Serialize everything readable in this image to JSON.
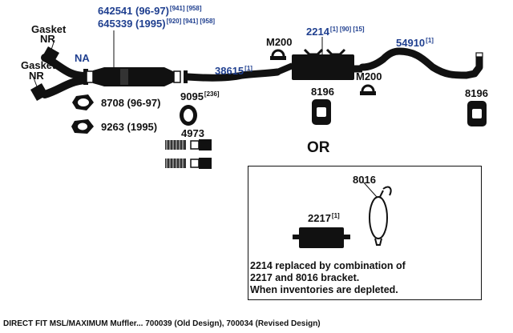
{
  "labels": {
    "gasket_top": "Gasket",
    "nr_top": "NR",
    "gasket_bottom": "Gasket",
    "nr_bottom": "NR",
    "na": "NA",
    "cat1_part": "642541 (96-97)",
    "cat1_refs": "[941] [958]",
    "cat2_part": "645339 (1995)",
    "cat2_refs": "[920] [941] [958]",
    "gasket_8708": "8708 (96-97)",
    "gasket_9263": "9263 (1995)",
    "pipe_38615": "38615",
    "pipe_38615_ref": "[1]",
    "clamp_9095": "9095",
    "clamp_9095_ref": "[236]",
    "bolt_4973": "4973",
    "m200_left": "M200",
    "m200_right": "M200",
    "muffler_2214": "2214",
    "muffler_2214_refs": "[1] [90] [15]",
    "hanger_8196_mid": "8196",
    "hanger_8196_right": "8196",
    "tail_54910": "54910",
    "tail_54910_ref": "[1]",
    "or_text": "OR",
    "muffler_2217": "2217",
    "muffler_2217_ref": "[1]",
    "bracket_8016": "8016"
  },
  "note": {
    "line1": "2214 replaced by combination of",
    "line2": "2217 and 8016 bracket.",
    "line3": "When inventories are depleted."
  },
  "footer": "DIRECT FIT MSL/MAXIMUM Muffler... 700039 (Old Design), 700034 (Revised Design)",
  "colors": {
    "label_blue": "#1f3f8f",
    "part_black": "#111111"
  }
}
